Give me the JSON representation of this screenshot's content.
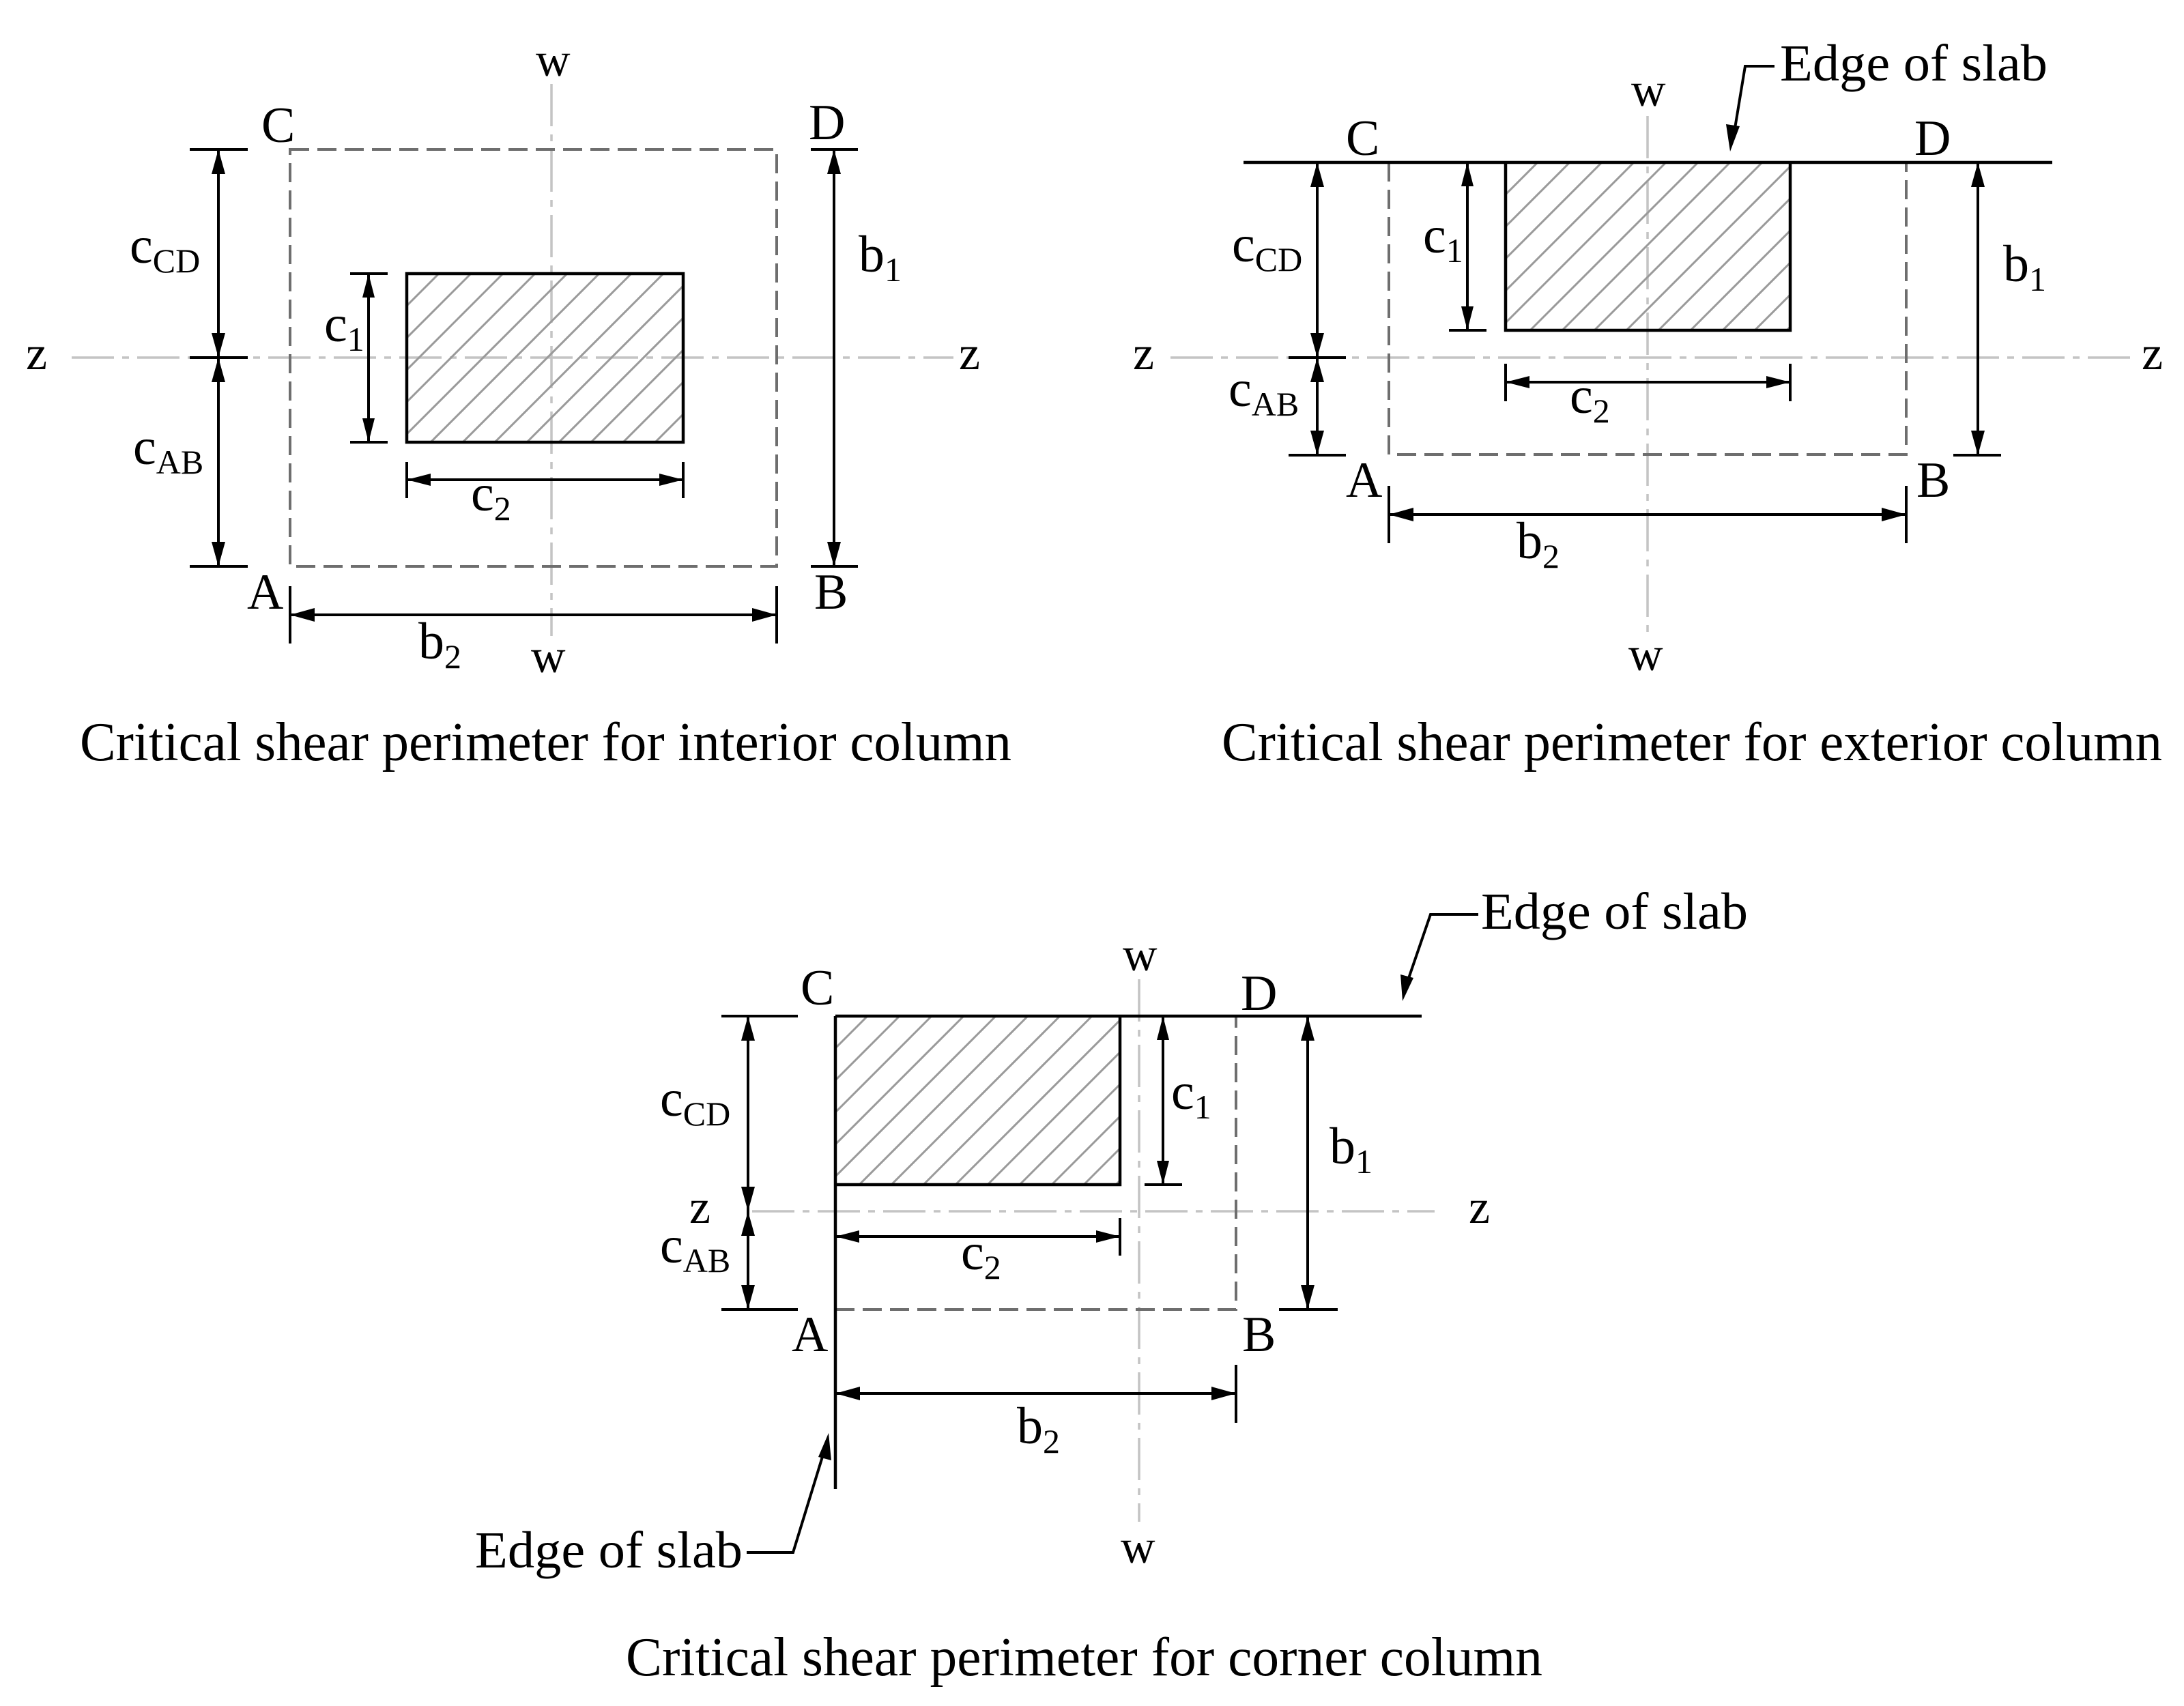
{
  "figure": {
    "panels": [
      {
        "id": "interior",
        "caption": "Critical shear perimeter for interior column",
        "corner_labels": {
          "C": "C",
          "D": "D",
          "A": "A",
          "B": "B"
        },
        "axis_labels": {
          "z_left": "z",
          "z_right": "z",
          "w_top": "w",
          "w_bottom": "w"
        },
        "dimensions": {
          "c_cd": {
            "base": "c",
            "sub": "CD"
          },
          "c_ab": {
            "base": "c",
            "sub": "AB"
          },
          "c1": {
            "base": "c",
            "sub": "1"
          },
          "c2": {
            "base": "c",
            "sub": "2"
          },
          "b1": {
            "base": "b",
            "sub": "1"
          },
          "b2": {
            "base": "b",
            "sub": "2"
          }
        }
      },
      {
        "id": "exterior",
        "caption": "Critical shear perimeter for exterior column",
        "edge_note": "Edge of slab",
        "corner_labels": {
          "C": "C",
          "D": "D",
          "A": "A",
          "B": "B"
        },
        "axis_labels": {
          "z_left": "z",
          "z_right": "z",
          "w_top": "w",
          "w_bottom": "w"
        },
        "dimensions": {
          "c_cd": {
            "base": "c",
            "sub": "CD"
          },
          "c_ab": {
            "base": "c",
            "sub": "AB"
          },
          "c1": {
            "base": "c",
            "sub": "1"
          },
          "c2": {
            "base": "c",
            "sub": "2"
          },
          "b1": {
            "base": "b",
            "sub": "1"
          },
          "b2": {
            "base": "b",
            "sub": "2"
          }
        }
      },
      {
        "id": "corner",
        "caption": "Critical shear perimeter for corner column",
        "edge_note_top": "Edge of slab",
        "edge_note_side": "Edge of slab",
        "corner_labels": {
          "C": "C",
          "D": "D",
          "A": "A",
          "B": "B"
        },
        "axis_labels": {
          "z_left": "z",
          "z_right": "z",
          "w_top": "w",
          "w_bottom": "w"
        },
        "dimensions": {
          "c_cd": {
            "base": "c",
            "sub": "CD"
          },
          "c_ab": {
            "base": "c",
            "sub": "AB"
          },
          "c1": {
            "base": "c",
            "sub": "1"
          },
          "c2": {
            "base": "c",
            "sub": "2"
          },
          "b1": {
            "base": "b",
            "sub": "1"
          },
          "b2": {
            "base": "b",
            "sub": "2"
          }
        }
      }
    ]
  },
  "colors": {
    "line": "#000000",
    "critical_perimeter": "#6e6e6e",
    "centroid_axis": "#c4c4c4",
    "hatch": "#9a9a9a",
    "background": "#ffffff"
  }
}
